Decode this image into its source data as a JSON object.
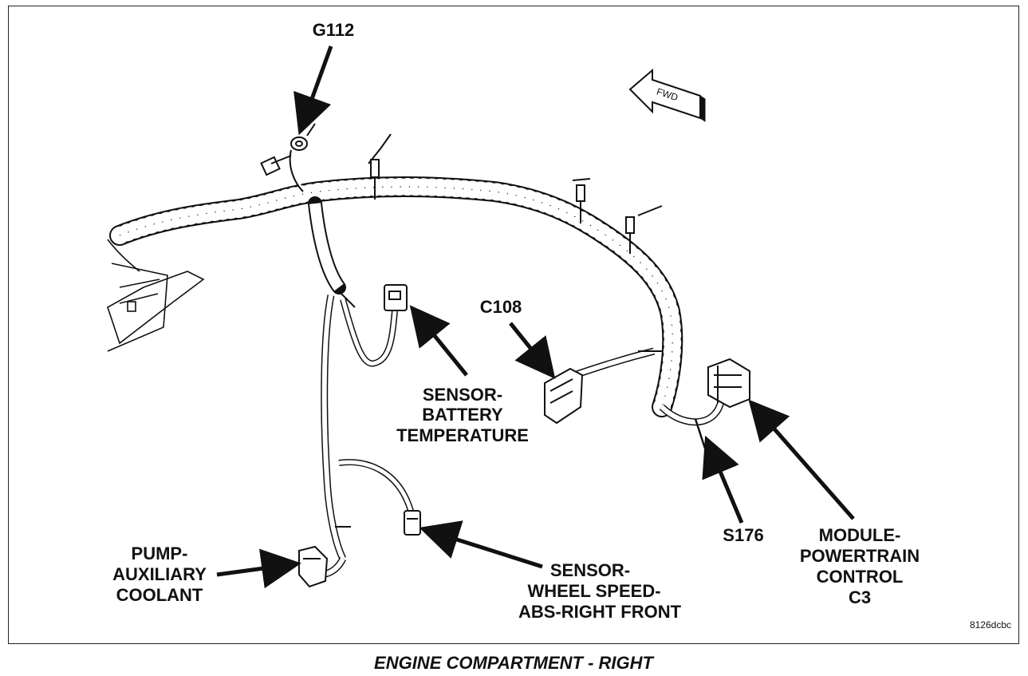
{
  "labels": {
    "g112": "G112",
    "c108": "C108",
    "sensor_battery": [
      "SENSOR-",
      "BATTERY",
      "TEMPERATURE"
    ],
    "pump": [
      "PUMP-",
      "AUXILIARY",
      "COOLANT"
    ],
    "sensor_wheel": [
      "SENSOR-",
      "WHEEL SPEED-",
      "ABS-RIGHT FRONT"
    ],
    "s176": "S176",
    "module": [
      "MODULE-",
      "POWERTRAIN",
      "CONTROL",
      "C3"
    ],
    "fwd": "FWD"
  },
  "figure_id": "8126dcbc",
  "caption": "ENGINE COMPARTMENT - RIGHT"
}
